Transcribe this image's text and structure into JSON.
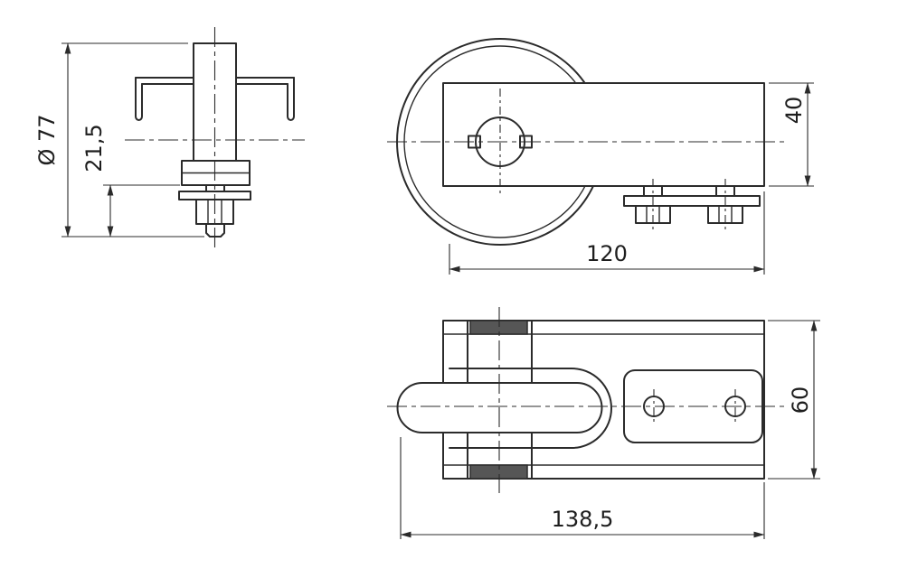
{
  "views": {
    "front": {
      "dims": {
        "diameter": "Ø 77",
        "offset": "21,5"
      }
    },
    "side": {
      "dims": {
        "height": "40",
        "length": "120"
      }
    },
    "top": {
      "dims": {
        "width": "60",
        "length": "138,5"
      }
    }
  },
  "colors": {
    "line": "#2b2b2b",
    "background": "#ffffff"
  }
}
